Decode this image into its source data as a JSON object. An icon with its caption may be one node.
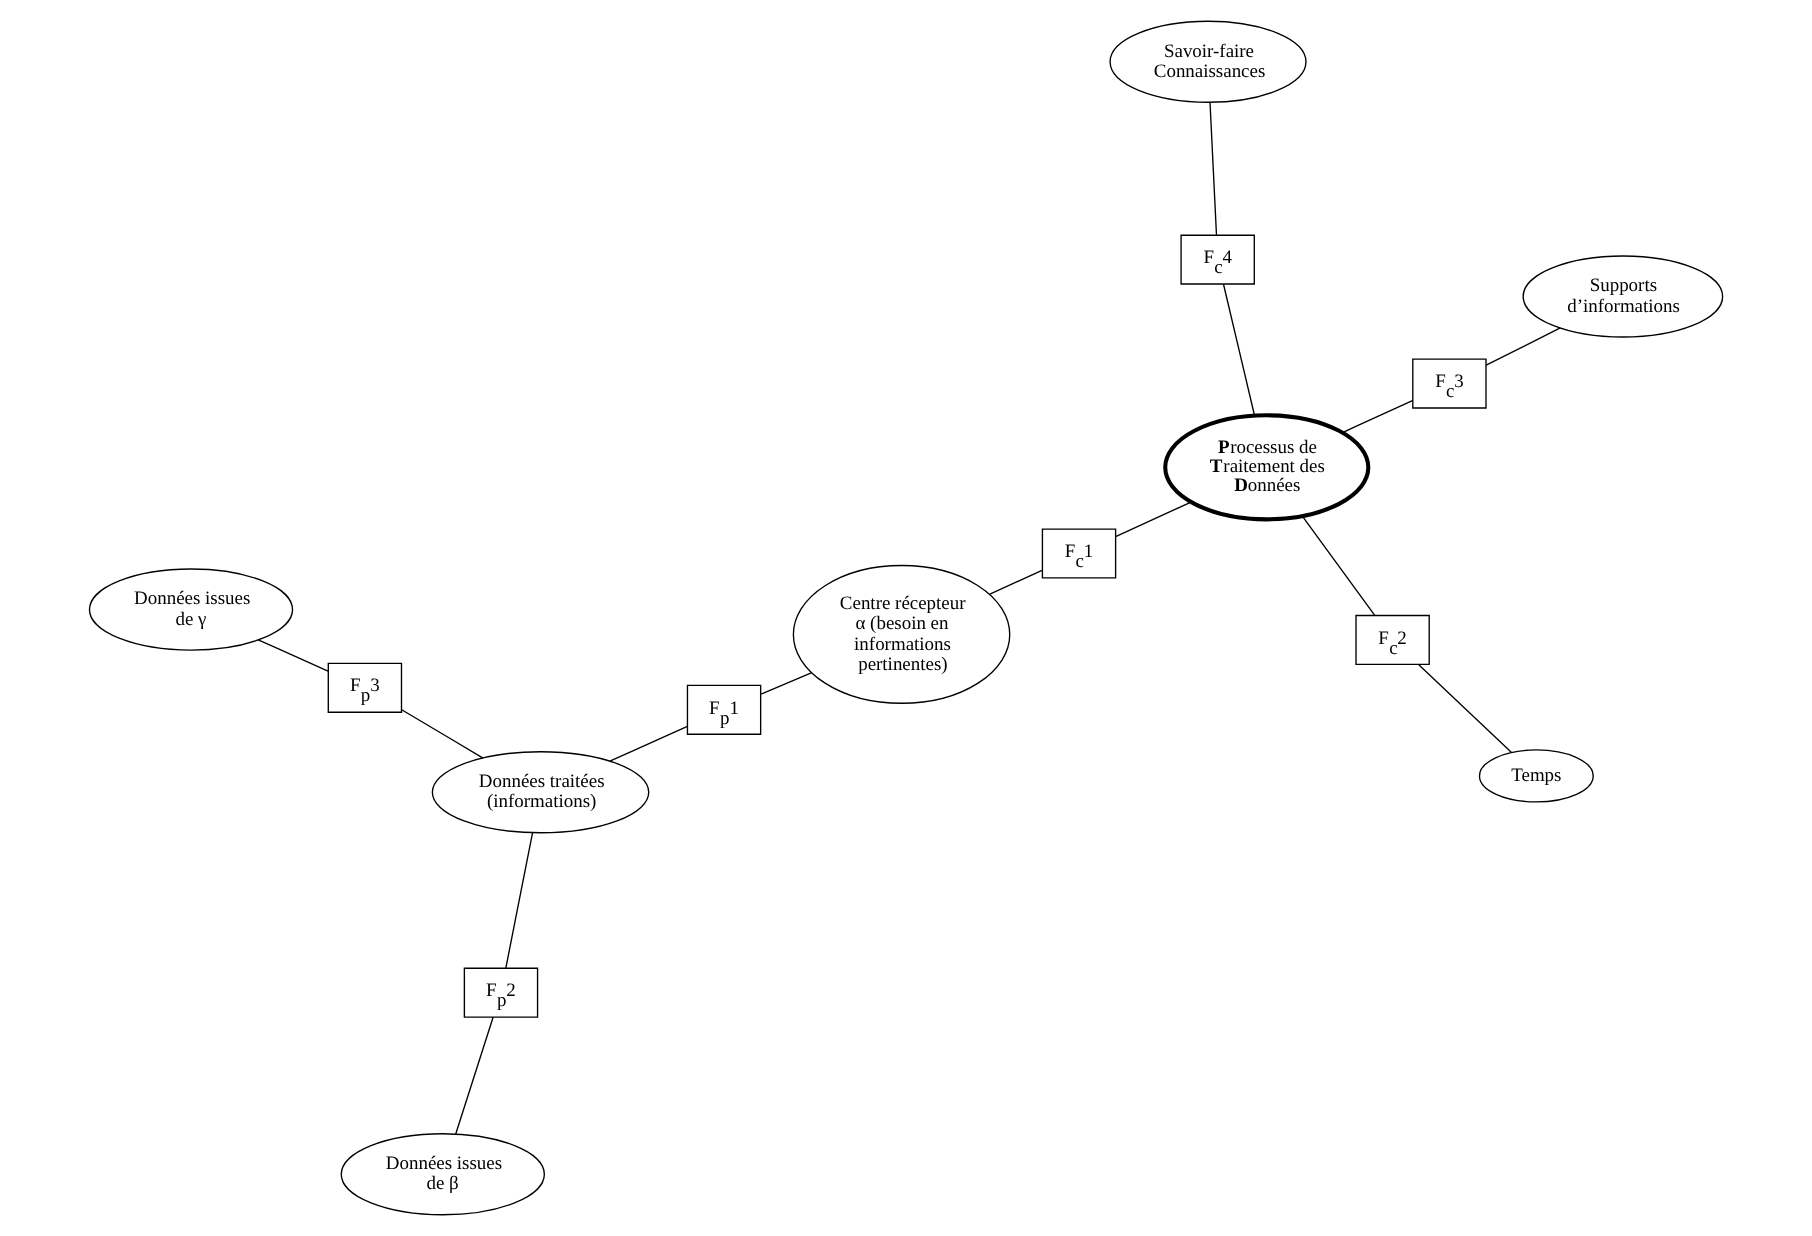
{
  "diagram": {
    "nodes": [
      {
        "text": [
          "**P**rocessus de **T**raitement des **D**onnées"
        ]
      },
      {
        "text": [
          "Données issues de β"
        ]
      },
      {
        "text": [
          "Temps"
        ]
      },
      {
        "text": [
          "Savoir-faire Connaissances"
        ]
      },
      {
        "text": [
          "Données issues de γ"
        ]
      },
      {
        "text": [
          "Supports d’informations"
        ]
      },
      {
        "text": [
          "Données traitées (informations)"
        ]
      },
      {
        "text": [
          "Centre récepteur α (besoin en informations pertinentes)"
        ]
      },
      {
        "text": [
          "F$_{p}$2"
        ]
      },
      {
        "text": [
          "F$_{c}$2"
        ]
      },
      {
        "text": [
          "F$_{c}$4"
        ]
      },
      {
        "text": [
          "F$_{p}$3"
        ]
      },
      {
        "text": [
          "F$_{c}$3"
        ]
      },
      {
        "text": [
          "F$_{c}$1"
        ]
      },
      {
        "text": [
          "F$_{p}$1"
        ]
      }
    ],
    "edges": [
      {
        "from": 1,
        "to": 8,
        "arrow": "none"
      },
      {
        "from": 8,
        "to": 6,
        "arrow": "none"
      },
      {
        "from": 2,
        "to": 9,
        "arrow": "none"
      },
      {
        "from": 9,
        "to": 0,
        "arrow": "none"
      },
      {
        "from": 3,
        "to": 10,
        "arrow": "none"
      },
      {
        "from": 10,
        "to": 0,
        "arrow": "none"
      },
      {
        "from": 4,
        "to": 11,
        "arrow": "none"
      },
      {
        "from": 11,
        "to": 6,
        "arrow": "none"
      },
      {
        "from": 5,
        "to": 12,
        "arrow": "none"
      },
      {
        "from": 12,
        "to": 0,
        "arrow": "none"
      },
      {
        "from": 7,
        "to": 13,
        "arrow": "none"
      },
      {
        "from": 13,
        "to": 0,
        "arrow": "none"
      },
      {
        "from": 7,
        "to": 14,
        "arrow": "none"
      },
      {
        "from": 14,
        "to": 6,
        "arrow": "none"
      }
    ]
  }
}
